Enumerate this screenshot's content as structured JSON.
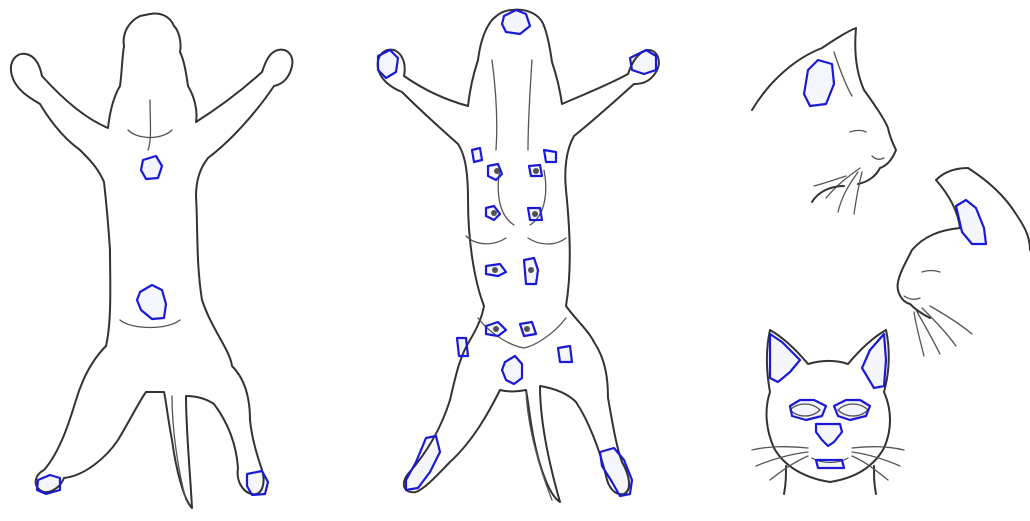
{
  "figure": {
    "colors": {
      "background": "#ffffff",
      "outline": "#333333",
      "lesion_marking": "#1a1ad6"
    },
    "panels": [
      {
        "name": "dorsal-view",
        "marked_regions": [
          "mid-back",
          "lower-back",
          "left-hind-paw",
          "right-hind-paw"
        ]
      },
      {
        "name": "ventral-view",
        "marked_regions": [
          "chin",
          "left-fore-paw",
          "right-fore-paw",
          "mammary-glands",
          "inguinal-area",
          "perianal-area",
          "left-hind-leg",
          "right-hind-leg"
        ]
      },
      {
        "name": "head-views",
        "marked_regions": [
          "ear-pinna-left-profile",
          "ear-pinna-right-profile",
          "both-ear-pinnae-frontal",
          "eyelids",
          "nose",
          "lips"
        ]
      }
    ]
  }
}
